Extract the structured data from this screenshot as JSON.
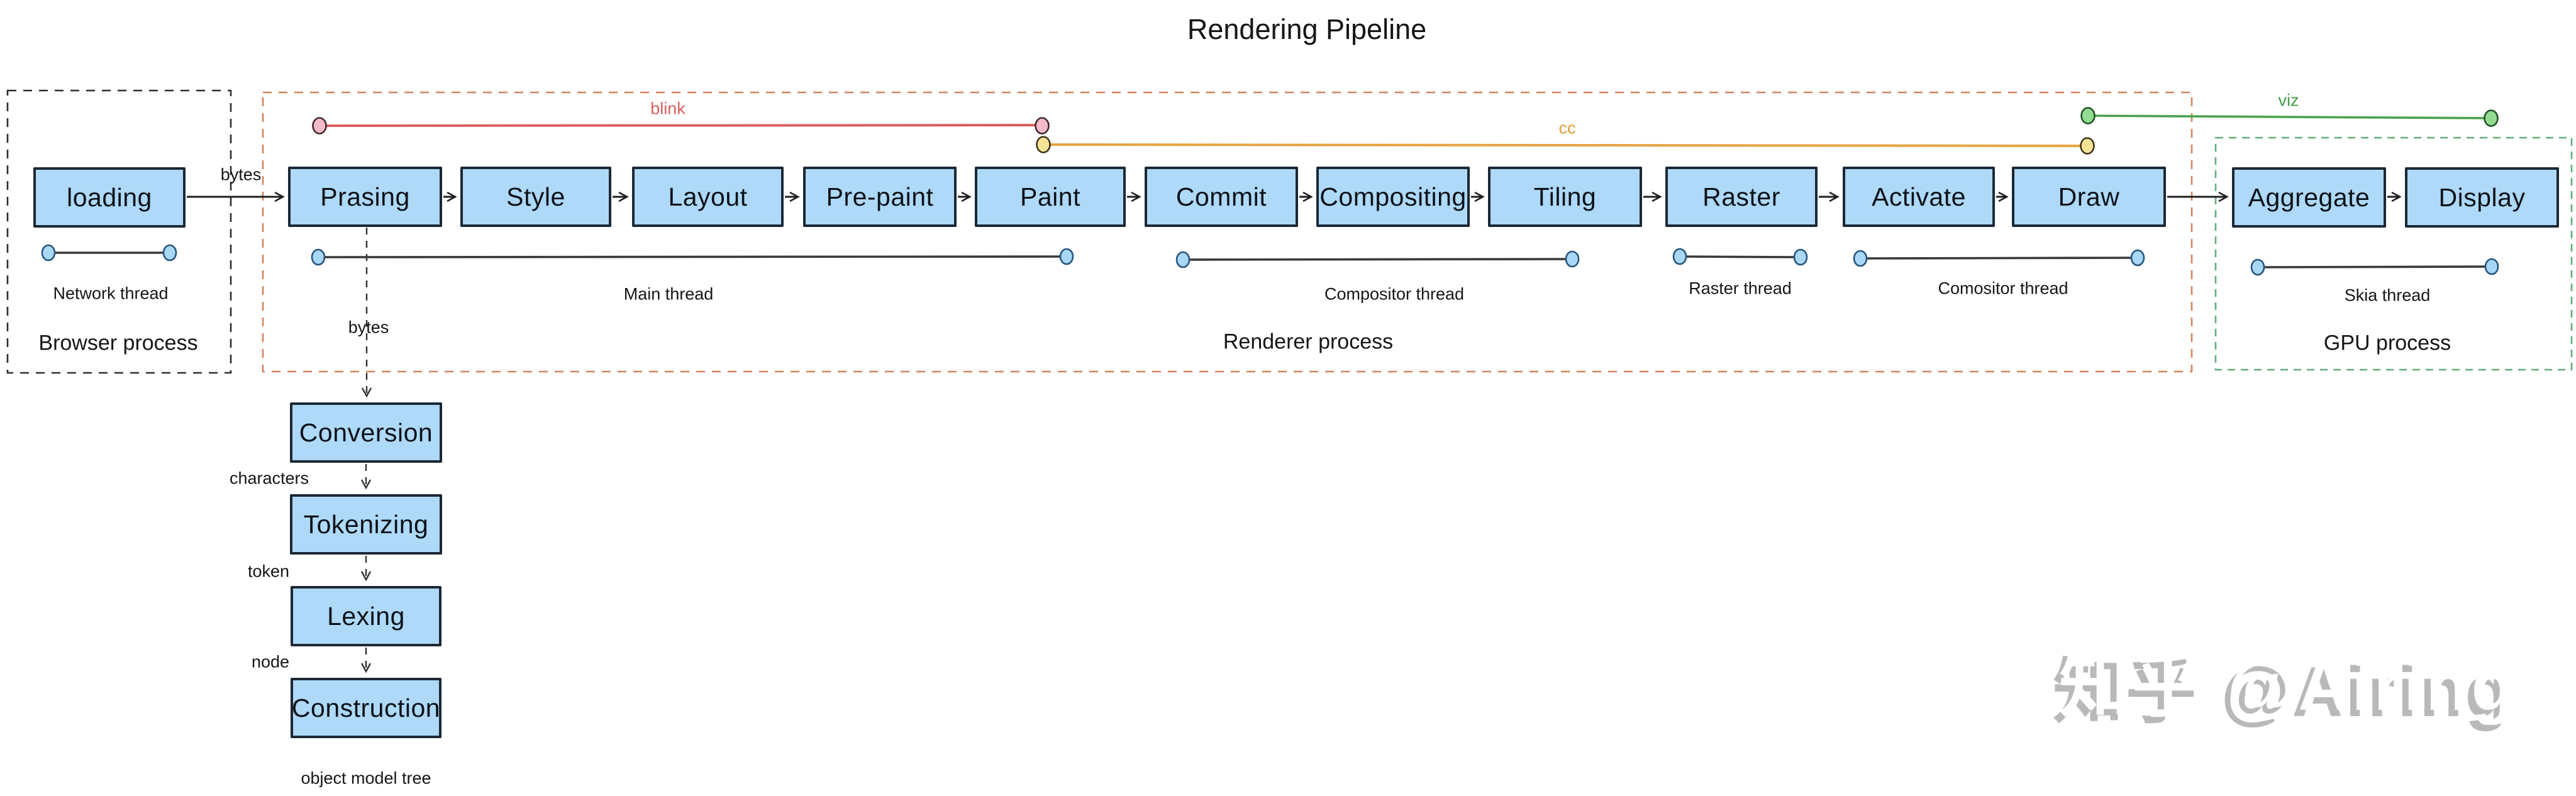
{
  "title": "Rendering Pipeline",
  "watermark": "知乎 @Airing",
  "colors": {
    "node_fill": "#aed9f8",
    "node_border": "#1c2834",
    "browser_box_border": "#2e2e2e",
    "renderer_box_border": "#d2845c",
    "gpu_box_border": "#5fae78",
    "blink": "#d95f5f",
    "cc": "#e5a443",
    "viz": "#4aa34c",
    "thread_line": "#3a3a3a",
    "thread_dot": "#a9d7f6",
    "blink_dot": "#f4bac9",
    "cc_dot": "#f7e396",
    "viz_dot": "#93db93"
  },
  "processes": {
    "browser": {
      "label": "Browser process",
      "node": "loading",
      "thread": "Network thread"
    },
    "renderer": {
      "label": "Renderer process",
      "nodes": [
        "Prasing",
        "Style",
        "Layout",
        "Pre-paint",
        "Paint",
        "Commit",
        "Compositing",
        "Tiling",
        "Raster",
        "Activate",
        "Draw"
      ],
      "threads": [
        "Main thread",
        "Compositor thread",
        "Raster thread",
        "Comositor thread"
      ]
    },
    "gpu": {
      "label": "GPU process",
      "nodes": [
        "Aggregate",
        "Display"
      ],
      "thread": "Skia thread"
    }
  },
  "edges": {
    "bytes_horizontal": "bytes",
    "bytes_vertical": "bytes",
    "blink": "blink",
    "cc": "cc",
    "viz": "viz"
  },
  "parse_chain": {
    "nodes": [
      "Conversion",
      "Tokenizing",
      "Lexing",
      "Construction"
    ],
    "edge_labels": [
      "characters",
      "token",
      "node"
    ],
    "output_label": "object model tree"
  }
}
